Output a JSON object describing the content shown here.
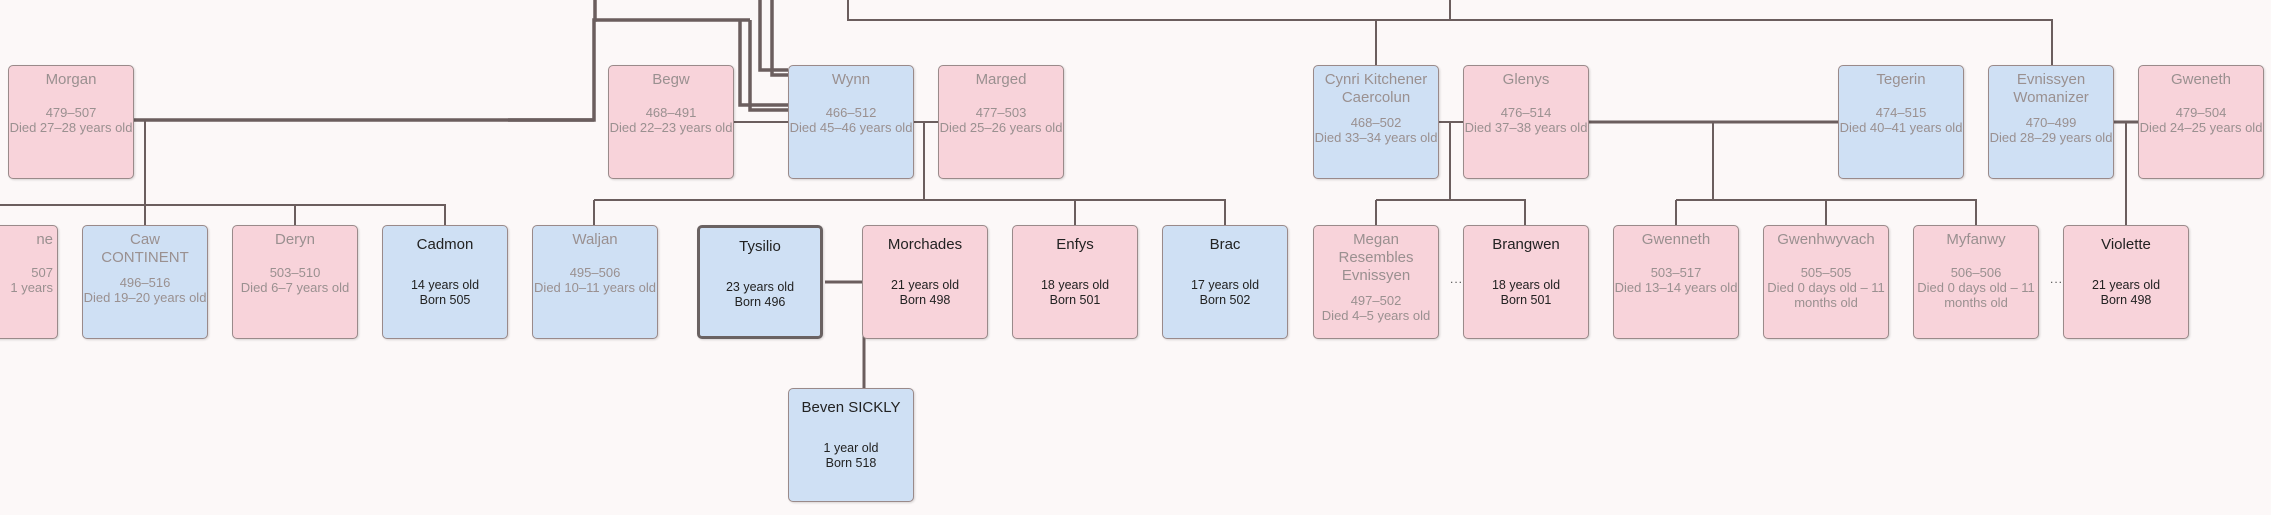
{
  "colors": {
    "female_bg": "#f8d3da",
    "male_bg": "#cfe0f4",
    "line": "#6b5e5e"
  },
  "people": [
    {
      "id": "morgan",
      "name": "Morgan",
      "line1": "479–507",
      "line2": "Died 27–28 years old",
      "gender": "f",
      "alive": false
    },
    {
      "id": "begw",
      "name": "Begw",
      "line1": "468–491",
      "line2": "Died 22–23 years old",
      "gender": "f",
      "alive": false
    },
    {
      "id": "wynn",
      "name": "Wynn",
      "line1": "466–512",
      "line2": "Died 45–46 years old",
      "gender": "m",
      "alive": false
    },
    {
      "id": "marged",
      "name": "Marged",
      "line1": "477–503",
      "line2": "Died 25–26 years old",
      "gender": "f",
      "alive": false
    },
    {
      "id": "cynri",
      "name": "Cynri Kitchener Caercolun",
      "line1": "468–502",
      "line2": "Died 33–34 years old",
      "gender": "m",
      "alive": false
    },
    {
      "id": "glenys",
      "name": "Glenys",
      "line1": "476–514",
      "line2": "Died 37–38 years old",
      "gender": "f",
      "alive": false
    },
    {
      "id": "tegerin",
      "name": "Tegerin",
      "line1": "474–515",
      "line2": "Died 40–41 years old",
      "gender": "m",
      "alive": false
    },
    {
      "id": "evnissyen",
      "name": "Evnissyen Womanizer",
      "line1": "470–499",
      "line2": "Died 28–29 years old",
      "gender": "m",
      "alive": false
    },
    {
      "id": "gweneth",
      "name": "Gweneth",
      "line1": "479–504",
      "line2": "Died 24–25 years old",
      "gender": "f",
      "alive": false
    },
    {
      "id": "partial",
      "name": "ne",
      "line1": "507",
      "line2": "1 years",
      "gender": "f",
      "alive": false
    },
    {
      "id": "caw",
      "name": "Caw CONTINENT",
      "line1": "496–516",
      "line2": "Died 19–20 years old",
      "gender": "m",
      "alive": false
    },
    {
      "id": "deryn",
      "name": "Deryn",
      "line1": "503–510",
      "line2": "Died 6–7 years old",
      "gender": "f",
      "alive": false
    },
    {
      "id": "cadmon",
      "name": "Cadmon",
      "line1": "14 years old",
      "line2": "Born 505",
      "gender": "m",
      "alive": true
    },
    {
      "id": "waljan",
      "name": "Waljan",
      "line1": "495–506",
      "line2": "Died 10–11 years old",
      "gender": "m",
      "alive": false
    },
    {
      "id": "tysilio",
      "name": "Tysilio",
      "line1": "23 years old",
      "line2": "Born 496",
      "gender": "m",
      "alive": true,
      "selected": true
    },
    {
      "id": "morchades",
      "name": "Morchades",
      "line1": "21 years old",
      "line2": "Born 498",
      "gender": "f",
      "alive": true
    },
    {
      "id": "enfys",
      "name": "Enfys",
      "line1": "18 years old",
      "line2": "Born 501",
      "gender": "f",
      "alive": true
    },
    {
      "id": "brac",
      "name": "Brac",
      "line1": "17 years old",
      "line2": "Born 502",
      "gender": "m",
      "alive": true
    },
    {
      "id": "megan",
      "name": "Megan Resembles Evnissyen",
      "line1": "497–502",
      "line2": "Died 4–5 years old",
      "gender": "f",
      "alive": false
    },
    {
      "id": "brangwen",
      "name": "Brangwen",
      "line1": "18 years old",
      "line2": "Born 501",
      "gender": "f",
      "alive": true
    },
    {
      "id": "gwenneth",
      "name": "Gwenneth",
      "line1": "503–517",
      "line2": "Died 13–14 years old",
      "gender": "f",
      "alive": false
    },
    {
      "id": "gwenhwyvach",
      "name": "Gwenhwyvach",
      "line1": "505–505",
      "line2": "Died 0 days old – 11 months old",
      "gender": "f",
      "alive": false
    },
    {
      "id": "myfanwy",
      "name": "Myfanwy",
      "line1": "506–506",
      "line2": "Died 0 days old – 11 months old",
      "gender": "f",
      "alive": false
    },
    {
      "id": "violette",
      "name": "Violette",
      "line1": "21 years old",
      "line2": "Born 498",
      "gender": "f",
      "alive": true
    },
    {
      "id": "beven",
      "name": "Beven SICKLY",
      "line1": "1 year old",
      "line2": "Born 518",
      "gender": "m",
      "alive": true
    }
  ],
  "ellipsis": "..."
}
